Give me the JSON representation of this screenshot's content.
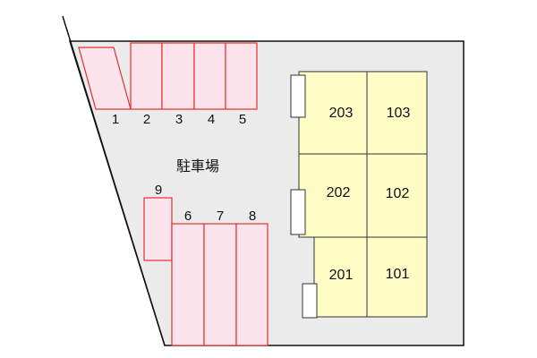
{
  "colors": {
    "lot_fill": "#ebebeb",
    "lot_stroke": "#111111",
    "space_fill": "#fde4ec",
    "space_stroke": "#e0302f",
    "room_fill": "#fefdc6",
    "room_stroke": "#333333",
    "balcony_fill": "#ffffff"
  },
  "lot_label": "駐車場",
  "parking_spaces": [
    "1",
    "2",
    "3",
    "4",
    "5",
    "6",
    "7",
    "8",
    "9"
  ],
  "rooms": [
    "203",
    "103",
    "202",
    "102",
    "201",
    "101"
  ]
}
